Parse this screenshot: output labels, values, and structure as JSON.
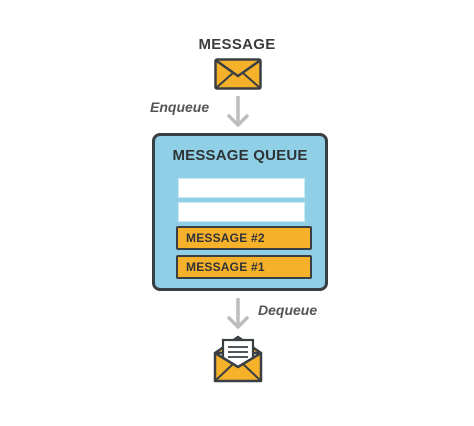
{
  "diagram": {
    "top_label": "MESSAGE",
    "enqueue_label": "Enqueue",
    "queue_title": "MESSAGE QUEUE",
    "queue_items": [
      "",
      "",
      "MESSAGE #2",
      "MESSAGE #1"
    ],
    "dequeue_label": "Dequeue"
  },
  "colors": {
    "envelope": "#f5b12a",
    "queue_fill": "#8fd0e6",
    "outline": "#3a3f44",
    "arrow": "#bdbdbd"
  },
  "icons": [
    "closed-envelope-icon",
    "down-arrow-icon",
    "open-envelope-icon"
  ]
}
